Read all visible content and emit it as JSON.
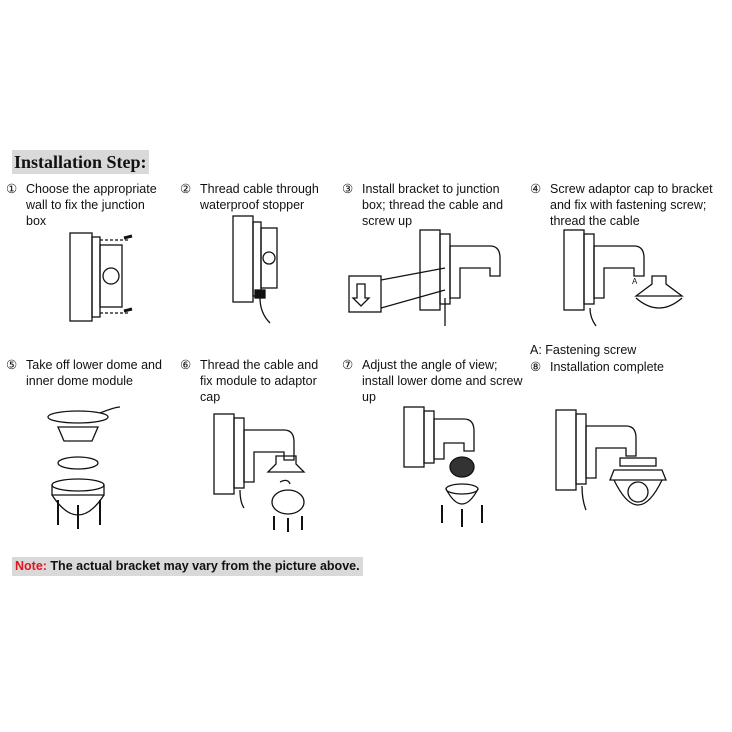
{
  "title": "Installation Step:",
  "steps": [
    {
      "num": "①",
      "text": "Choose the appropriate\nwall to fix the junction\nbox"
    },
    {
      "num": "②",
      "text": "Thread cable through\nwaterproof stopper"
    },
    {
      "num": "③",
      "text": "Install bracket to junction\nbox; thread the cable and\nscrew up"
    },
    {
      "num": "④",
      "text": "Screw adaptor cap to bracket\nand fix with fastening screw;\nthread the cable"
    },
    {
      "num": "⑤",
      "text": "Take off lower dome and\ninner dome module"
    },
    {
      "num": "⑥",
      "text": "Thread the cable and\nfix module to adaptor\ncap"
    },
    {
      "num": "⑦",
      "text": "Adjust the angle of view;\ninstall lower dome and screw\nup"
    },
    {
      "num": "⑧",
      "text": "Installation complete"
    }
  ],
  "fastening_label": "A: Fastening screw",
  "callout_a": "A",
  "note": {
    "label": "Note:",
    "text": " The actual bracket may vary from the picture above."
  }
}
